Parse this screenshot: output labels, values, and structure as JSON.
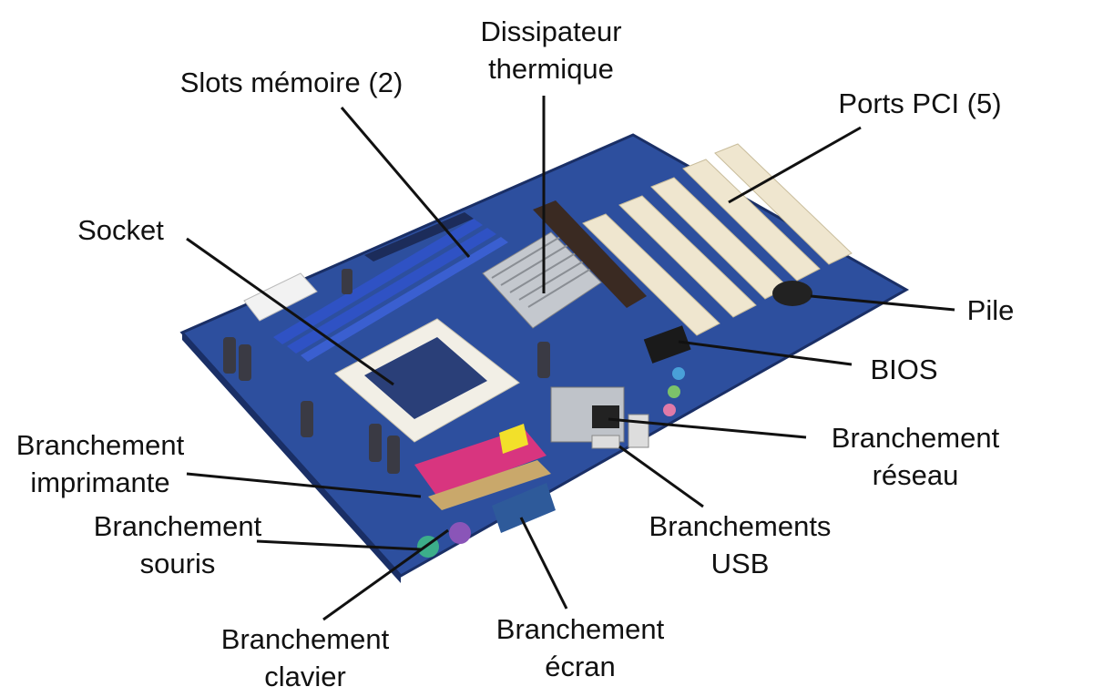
{
  "title": "Carte mère",
  "labels": {
    "dissipateur": [
      "Dissipateur",
      "thermique"
    ],
    "slots_memoire": "Slots mémoire (2)",
    "ports_pci": "Ports PCI (5)",
    "socket": "Socket",
    "pile": "Pile",
    "bios": "BIOS",
    "reseau": [
      "Branchement",
      "réseau"
    ],
    "usb": [
      "Branchements",
      "USB"
    ],
    "ecran": [
      "Branchement",
      "écran"
    ],
    "clavier": [
      "Branchement",
      "clavier"
    ],
    "souris": [
      "Branchement",
      "souris"
    ],
    "imprimante": [
      "Branchement",
      "imprimante"
    ]
  },
  "colors": {
    "board": "#2d4f9e",
    "pci": "#efe6cf",
    "memory": "#2f52c4",
    "heatsink": "#b8bcc2"
  }
}
